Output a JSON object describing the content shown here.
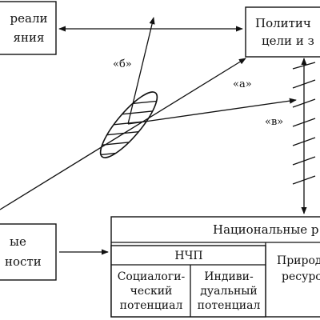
{
  "boxes": {
    "top_left": {
      "lines": [
        "реали",
        "яния"
      ]
    },
    "top_right": {
      "lines": [
        "Политич",
        "цели и з"
      ]
    },
    "bottom_left": {
      "lines": [
        "ые",
        "ности"
      ]
    },
    "national": {
      "header": "Национальные р",
      "nchp": "НЧП",
      "social": [
        "Социалоги-",
        "ческий",
        "потенциал"
      ],
      "individual": [
        "Индиви-",
        "дуальный",
        "потенциал"
      ],
      "natural": [
        "Природ",
        "ресурс"
      ]
    }
  },
  "arrow_labels": {
    "b": "«б»",
    "a": "«а»",
    "v": "«в»"
  }
}
